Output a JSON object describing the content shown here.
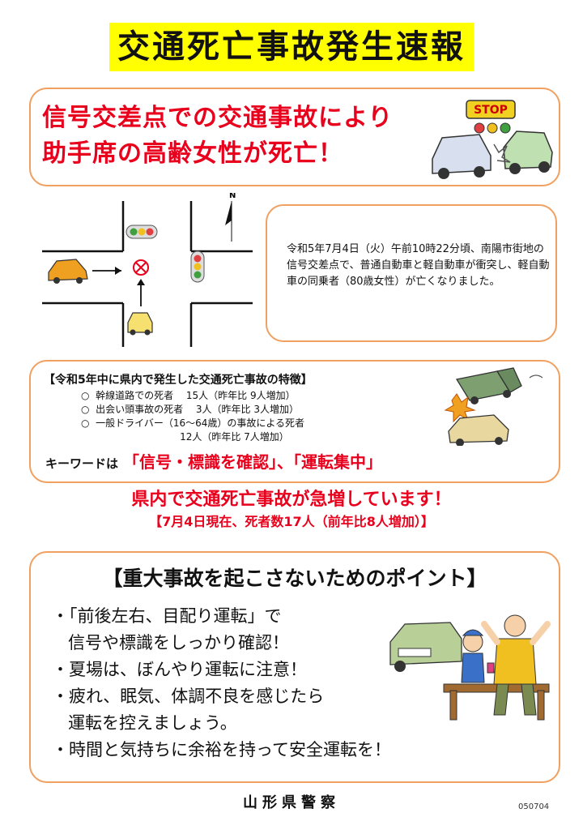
{
  "title": "交通死亡事故発生速報",
  "headline": {
    "line1": "信号交差点での交通事故により",
    "line2": "助手席の高齢女性が死亡！",
    "stop_sign_text": "STOP"
  },
  "diagram": {
    "north_label": "N"
  },
  "description": "令和5年7月4日（火）午前10時22分頃、南陽市街地の信号交差点で、普通自動車と軽自動車が衝突し、軽自動車の同乗者（80歳女性）が亡くなりました。",
  "features": {
    "heading": "【令和5年中に県内で発生した交通死亡事故の特徴】",
    "items": [
      "○  幹線道路での死者　 15人（昨年比 9人増加）",
      "○  出会い頭事故の死者　 3人（昨年比 3人増加）",
      "○  一般ドライバー（16～64歳）の事故による死者",
      "                                12人（昨年比 7人増加）"
    ],
    "keyword_label": "キーワードは",
    "keyword_value": "「信号・標識を確認」、「運転集中」"
  },
  "surge": {
    "line1": "県内で交通死亡事故が急増しています！",
    "line2": "【7月4日現在、死者数17人（前年比8人増加）】"
  },
  "points": {
    "title": "【重大事故を起こさないためのポイント】",
    "items": [
      "・「前後左右、目配り運転」で",
      "   信号や標識をしっかり確認！",
      "・夏場は、ぼんやり運転に注意！",
      "・疲れ、眠気、体調不良を感じたら",
      "   運転を控えましょう。",
      "・時間と気持ちに余裕を持って安全運転を！"
    ]
  },
  "footer": "山形県警察",
  "code": "050704",
  "colors": {
    "accent_red": "#e8001c",
    "title_bg": "#ffff00",
    "border_orange": "#f0a060"
  }
}
